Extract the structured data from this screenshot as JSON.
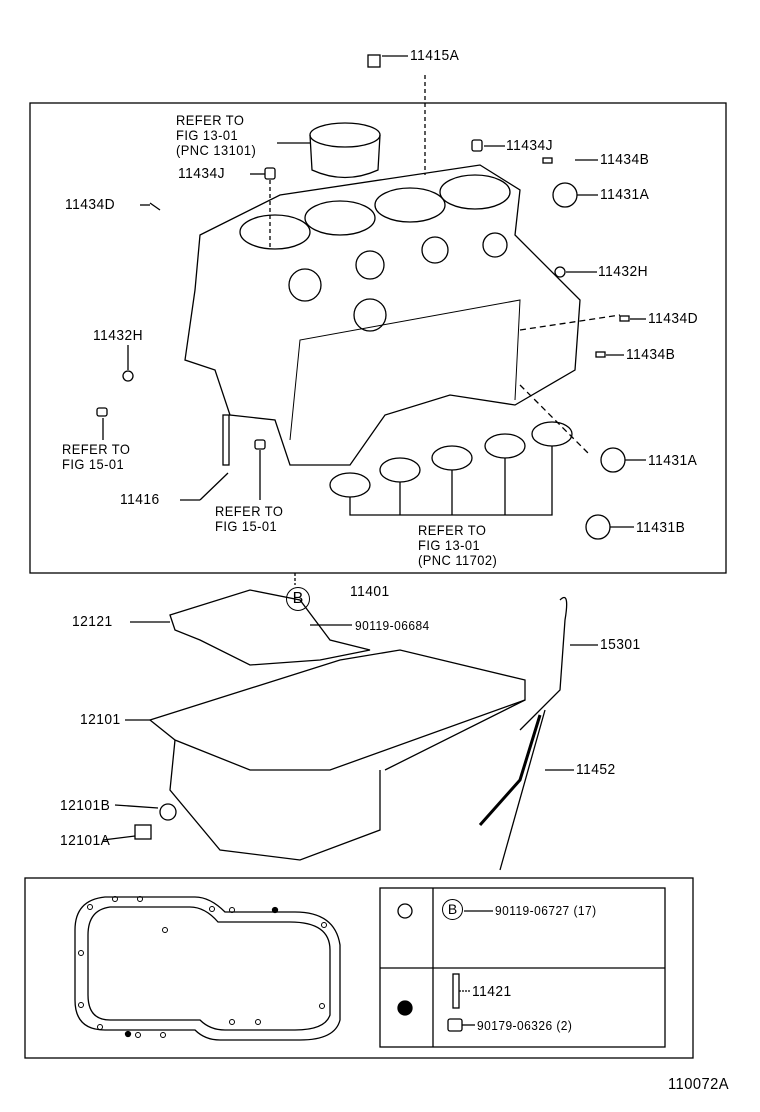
{
  "callouts": {
    "p11415A": "11415A",
    "p11434J_a": "11434J",
    "p11434J_b": "11434J",
    "p11434B_a": "11434B",
    "p11431A_a": "11431A",
    "p11434D_a": "11434D",
    "p11432H_a": "11432H",
    "p11434D_b": "11434D",
    "p11432H_b": "11432H",
    "p11434B_b": "11434B",
    "p11416": "11416",
    "p11431A_b": "11431A",
    "p11431B": "11431B",
    "p11401": "11401",
    "p12121": "12121",
    "p90119_06684": "90119-06684",
    "p15301": "15301",
    "p12101": "12101",
    "p11452": "11452",
    "p12101B": "12101B",
    "p12101A": "12101A"
  },
  "refs": {
    "piston": [
      "REFER TO",
      "FIG 13-01",
      "(PNC 13101)"
    ],
    "left_fig15": [
      "REFER TO",
      "FIG 15-01"
    ],
    "mid_fig15": [
      "REFER TO",
      "FIG 15-01"
    ],
    "bearings": [
      "REFER TO",
      "FIG 13-01",
      "(PNC 11702)"
    ]
  },
  "marker_b": "B",
  "legend": {
    "open_circle_items": [
      {
        "marker": "B",
        "part": "90119-06727 (17)"
      }
    ],
    "filled_circle_items": [
      {
        "part": "11421"
      },
      {
        "part": "90179-06326 (2)"
      }
    ]
  },
  "diagram_id": "110072A"
}
